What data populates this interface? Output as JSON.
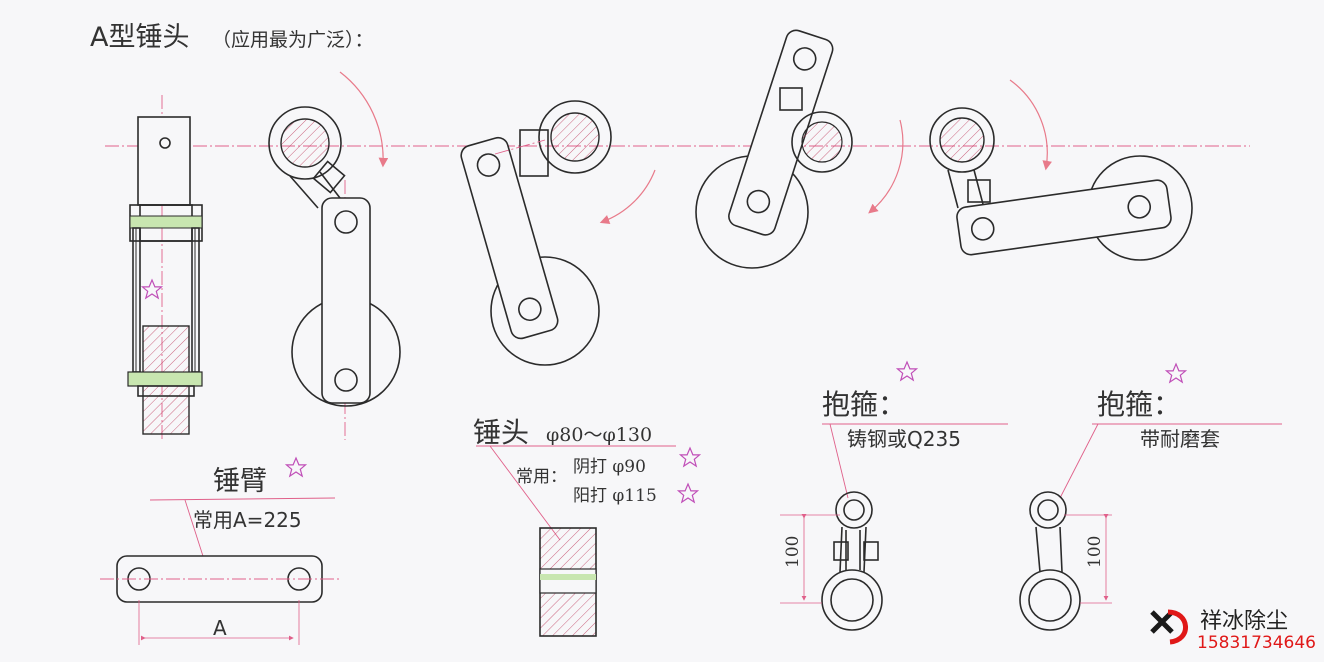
{
  "title": {
    "main": "A型锤头",
    "sub": "（应用最为广泛）："
  },
  "labels": {
    "arm": {
      "heading": "锤臂",
      "note": "常用A=225",
      "dim": "A"
    },
    "hammer": {
      "heading": "锤头",
      "range": "φ80～φ130",
      "common_prefix": "常用：",
      "female": "阴打 φ90",
      "male": "阳打 φ115"
    },
    "clamp_left": {
      "heading": "抱箍：",
      "note": "铸钢或Q235",
      "dim": "100"
    },
    "clamp_right": {
      "heading": "抱箍：",
      "note": "带耐磨套",
      "dim": "100"
    }
  },
  "logo": {
    "name": "祥冰除尘",
    "phone": "15831734646"
  },
  "colors": {
    "ink": "#2b2b2b",
    "center_line": "#e0608a",
    "rotation_arrow": "#e87a8a",
    "star": "#c04fb8",
    "logo_red": "#e01818"
  }
}
